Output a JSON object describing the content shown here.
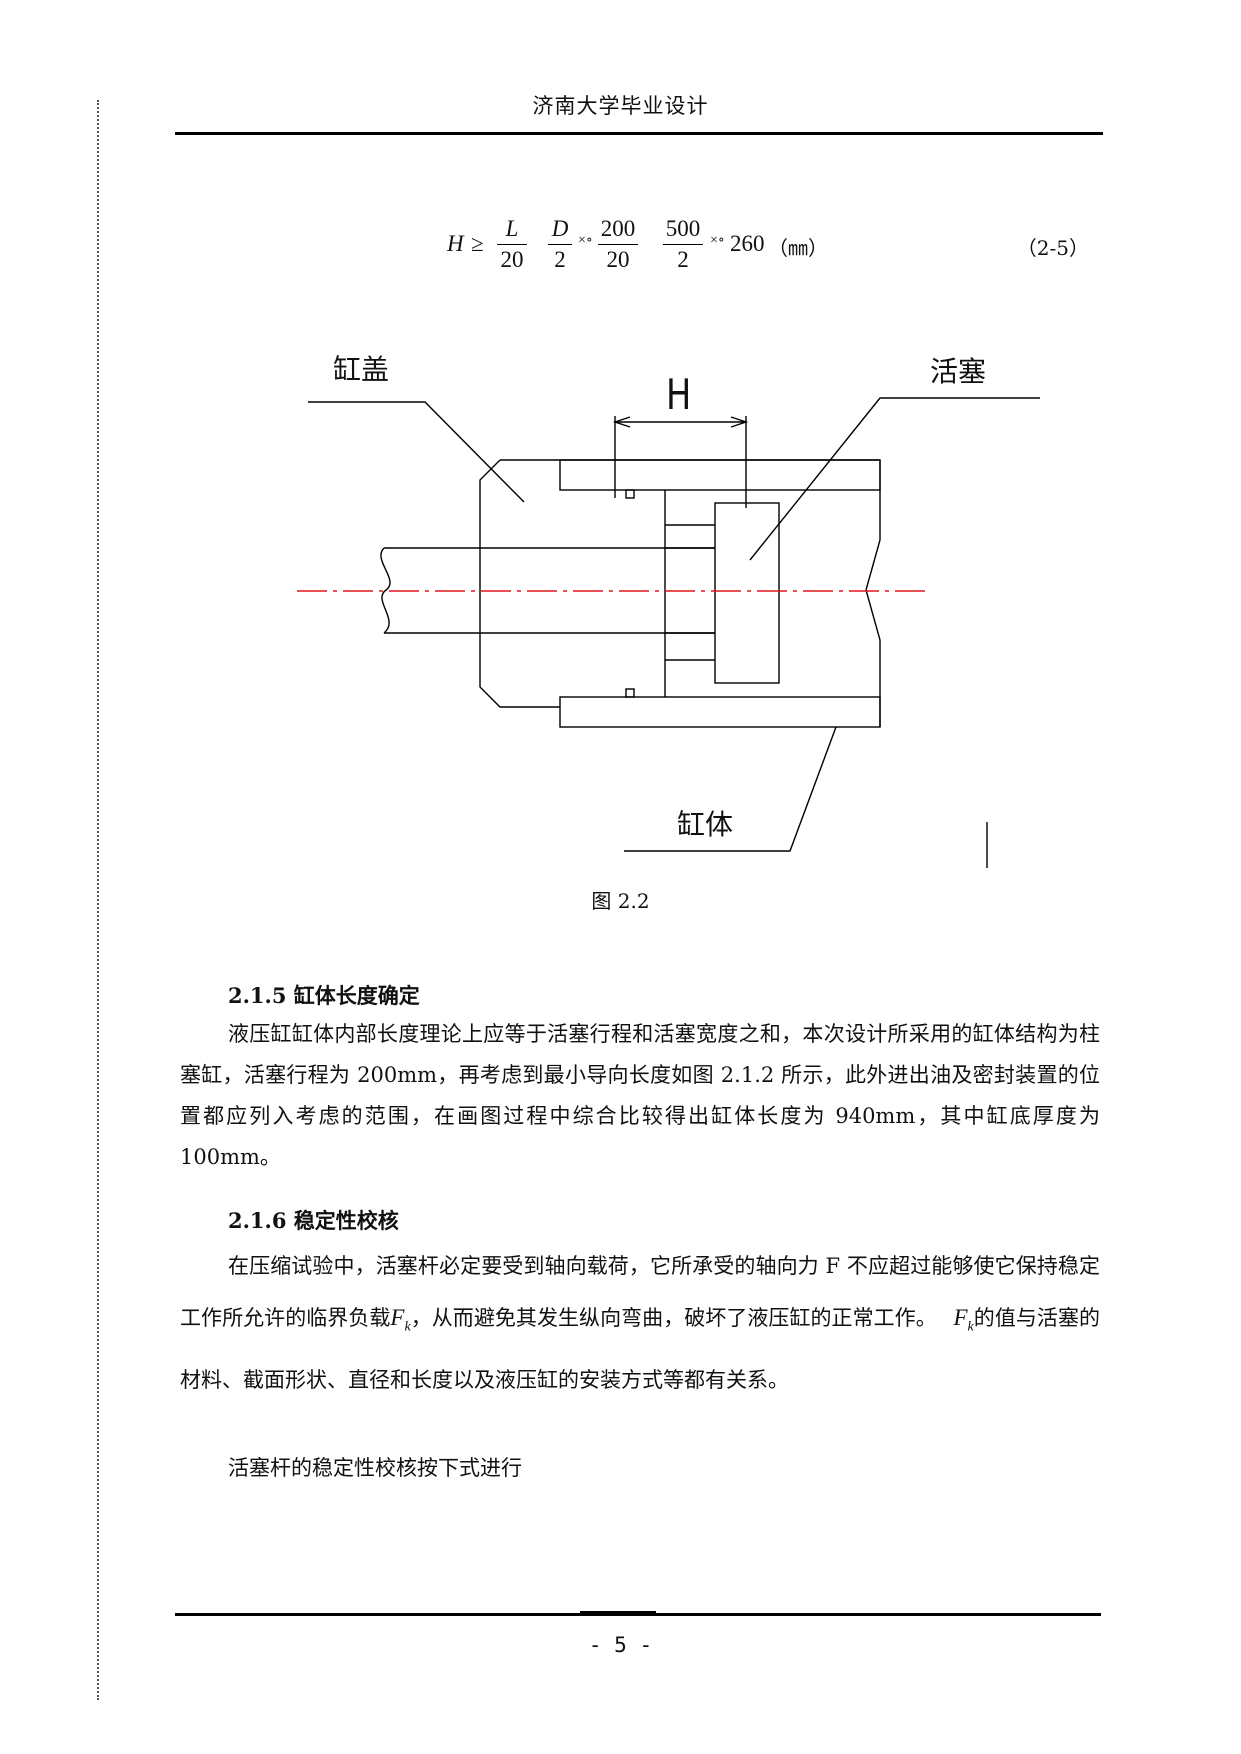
{
  "header": {
    "title": "济南大学毕业设计"
  },
  "equation": {
    "H": "H",
    "geq": "≥",
    "f1_num": "L",
    "f1_den": "20",
    "f2_num": "D",
    "f2_den": "2",
    "f3_num": "200",
    "f3_den": "20",
    "f4_num": "500",
    "f4_den": "2",
    "result": "260",
    "unit": "（㎜）",
    "tag": "（2-5）"
  },
  "figure": {
    "label_cover": "缸盖",
    "label_piston": "活塞",
    "label_body": "缸体",
    "label_H": "H",
    "caption": "图 2.2"
  },
  "section_215": {
    "heading": "2.1.5 缸体长度确定",
    "text": "液压缸缸体内部长度理论上应等于活塞行程和活塞宽度之和，本次设计所采用的缸体结构为柱塞缸，活塞行程为 200mm，再考虑到最小导向长度如图 2.1.2 所示，此外进出油及密封装置的位置都应列入考虑的范围，在画图过程中综合比较得出缸体长度为 940mm，其中缸底厚度为 100mm。"
  },
  "section_216": {
    "heading": "2.1.6 稳定性校核",
    "text_a": "在压缩试验中，活塞杆必定要受到轴向载荷，它所承受的轴向力 F 不应超过能够使它保持稳定工作所允许的临界负载",
    "fk": "F",
    "fk_sub": "k",
    "text_b": "，从而避免其发生纵向弯曲，破坏了液压缸的正常工作。",
    "text_c": "的值与活塞的材料、截面形状、直径和长度以及液压缸的安装方式等都有关系。",
    "text_d": "活塞杆的稳定性校核按下式进行"
  },
  "footer": {
    "page": "- 5 -"
  }
}
